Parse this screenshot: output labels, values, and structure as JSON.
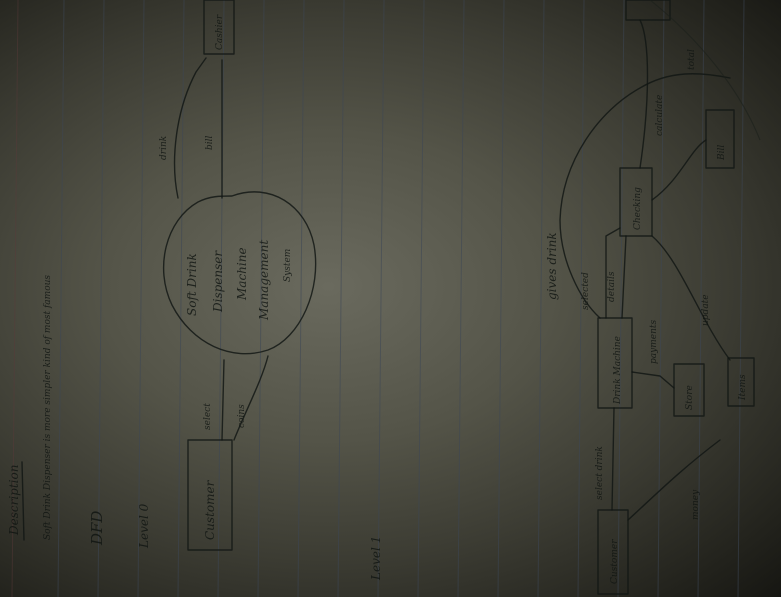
{
  "photo": {
    "heading": "Description",
    "intro_line": "Soft Drink Dispenser is more simpler kind of most famous",
    "sections": {
      "dfd": "DFD",
      "level0": "Level 0",
      "level1": "Level 1"
    },
    "context_diagram": {
      "process_line1": "Soft Drink",
      "process_line2": "Dispenser",
      "process_line3": "Machine",
      "process_line4": "Management",
      "process_line5": "System",
      "entity_customer": "Customer",
      "entity_other": "Cashier",
      "flow_select": "select",
      "flow_coins": "coins",
      "flow_drink": "drink",
      "flow_bill": "bill"
    },
    "level1_diagram": {
      "entity_customer": "Customer",
      "process_drink_machine": "Drink Machine",
      "process_checking": "Checking",
      "store_1": "Store",
      "store_2": "Items",
      "store_3": "Bill",
      "flow_gives_drink": "gives drink",
      "flow_select_drink": "select drink",
      "flow_selected": "selected",
      "flow_details": "details",
      "flow_update": "update",
      "flow_payments": "payments",
      "flow_calculate": "calculate",
      "flow_total": "total",
      "flow_money": "money"
    }
  }
}
